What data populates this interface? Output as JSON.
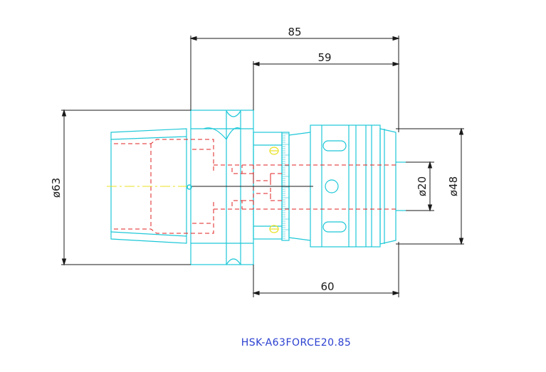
{
  "dimensions": {
    "overall_length": "85",
    "upper_length": "59",
    "lower_length": "60",
    "flange_diameter": "ø63",
    "body_diameter": "ø48",
    "bore_diameter": "ø20"
  },
  "part_name": "HSK-A63FORCE20.85",
  "colors": {
    "dimension_lines": "#1a1a1a",
    "part_outline": "#1ec8d8",
    "hidden_lines": "#e02020",
    "centerline": "#e8e020",
    "title_text": "#2a3fd0"
  }
}
